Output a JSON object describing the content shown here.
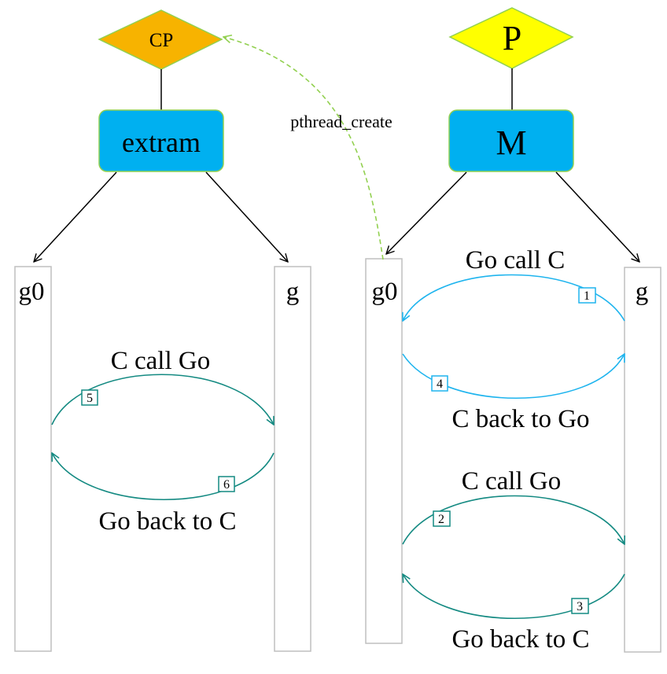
{
  "colors": {
    "cp_fill": "#f7b300",
    "p_fill": "#ffff00",
    "m_fill": "#00b0f0",
    "diamond_stroke": "#92d050",
    "dashed_arrow": "#92d050",
    "lane_stroke": "#bfbfbf",
    "teal_arrow": "#148a82",
    "blue_arrow": "#1eb4ee",
    "text": "#000000"
  },
  "left": {
    "process": "CP",
    "thread": "extram",
    "lanes": {
      "left": "g0",
      "right": "g"
    },
    "arrows": [
      {
        "label": "C call Go",
        "step": "5"
      },
      {
        "label": "Go back to C",
        "step": "6"
      }
    ]
  },
  "right": {
    "process": "P",
    "thread": "M",
    "lanes": {
      "left": "g0",
      "right": "g"
    },
    "arrows": [
      {
        "label": "Go call C",
        "step": "1"
      },
      {
        "label": "C back to Go",
        "step": "4"
      },
      {
        "label": "C call Go",
        "step": "2"
      },
      {
        "label": "Go back to C",
        "step": "3"
      }
    ]
  },
  "create_label": "pthread_create"
}
